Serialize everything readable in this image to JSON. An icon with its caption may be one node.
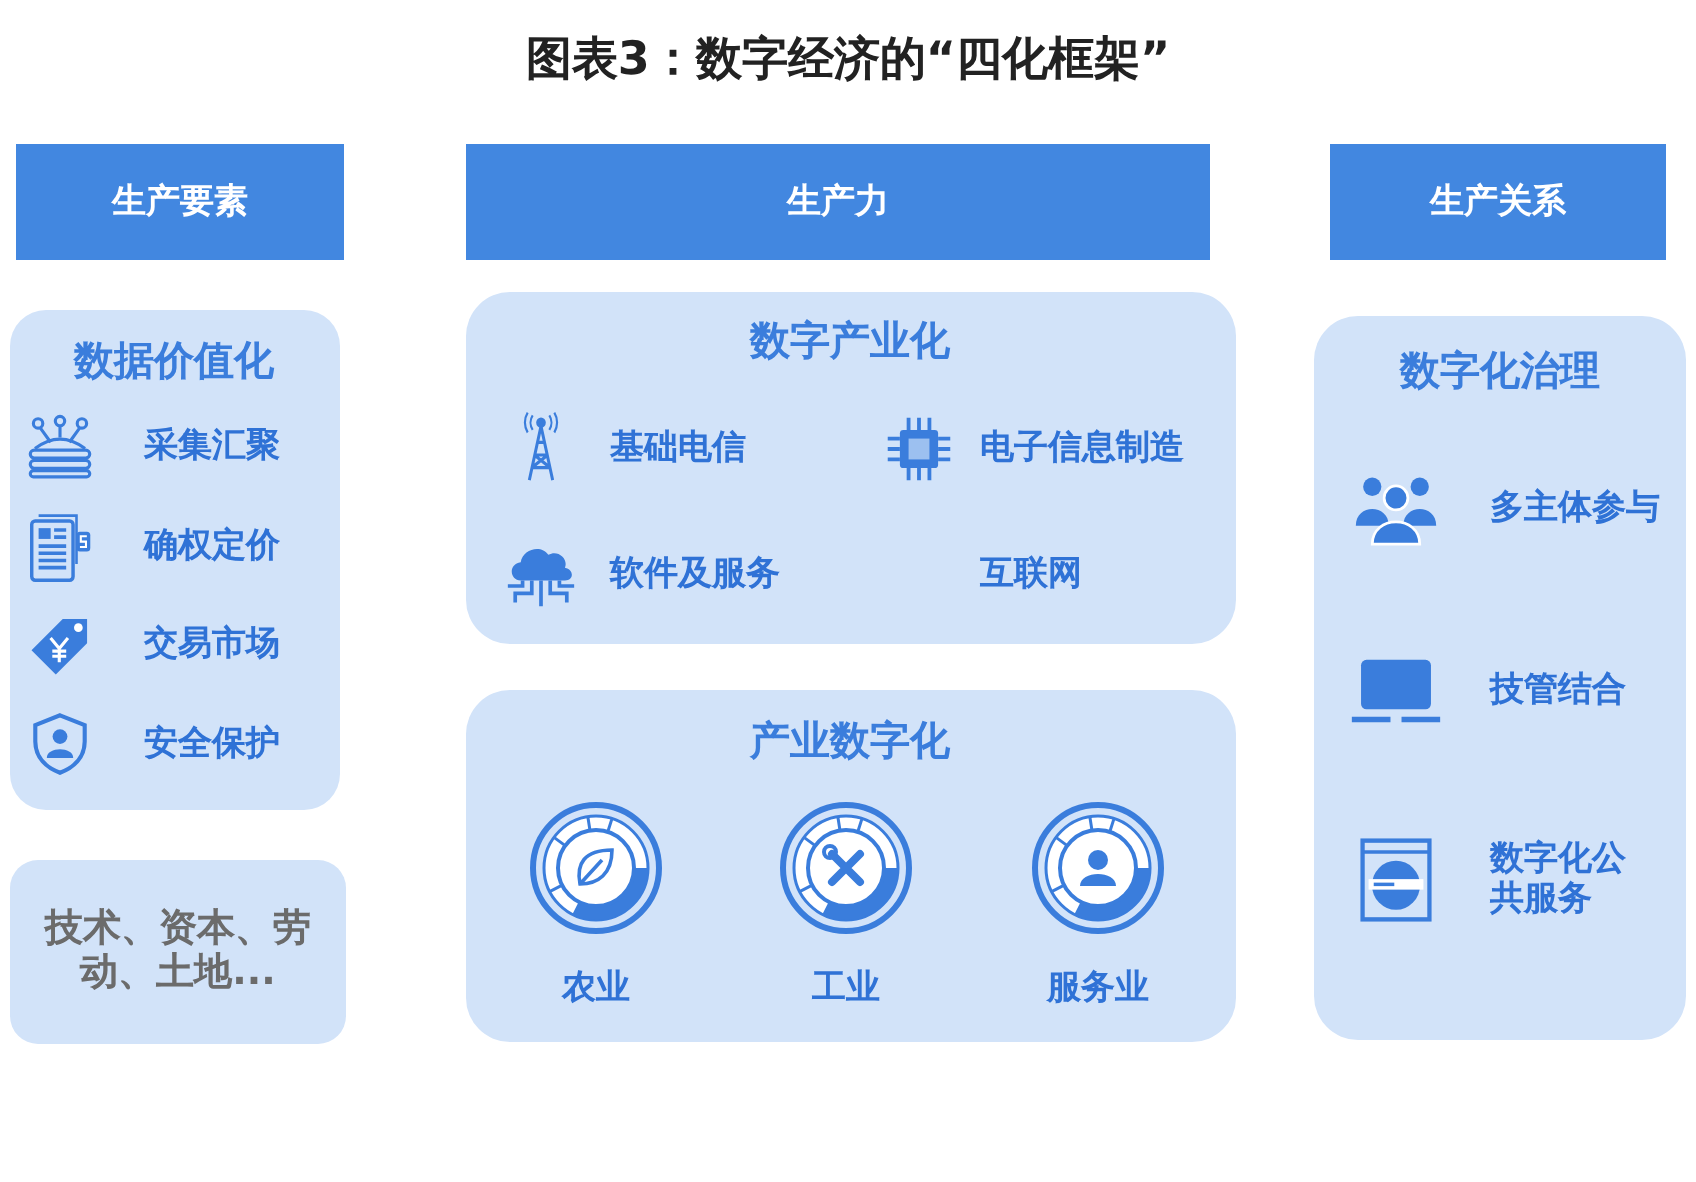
{
  "diagram": {
    "title": "图表3：数字经济的“四化框架”",
    "nodes": [
      {
        "text": [
          "生产要素"
        ]
      },
      {
        "text": [
          "数据价值化",
          "采集汇聚",
          "确权定价",
          "交易市场",
          "安全保护"
        ]
      },
      {
        "text": [
          "技术、资本、劳动、土地..."
        ]
      },
      {
        "text": [
          "生产力"
        ]
      },
      {
        "text": [
          "数字产业化",
          "基础电信",
          "电子信息制造",
          "软件及服务",
          "互联网"
        ]
      },
      {
        "text": [
          "产业数字化",
          "农业",
          "工业",
          "服务业"
        ]
      },
      {
        "text": [
          "生产关系"
        ]
      },
      {
        "text": [
          "数字化治理",
          "多主体参与",
          "技管结合",
          "数字化公共服务"
        ]
      }
    ]
  }
}
